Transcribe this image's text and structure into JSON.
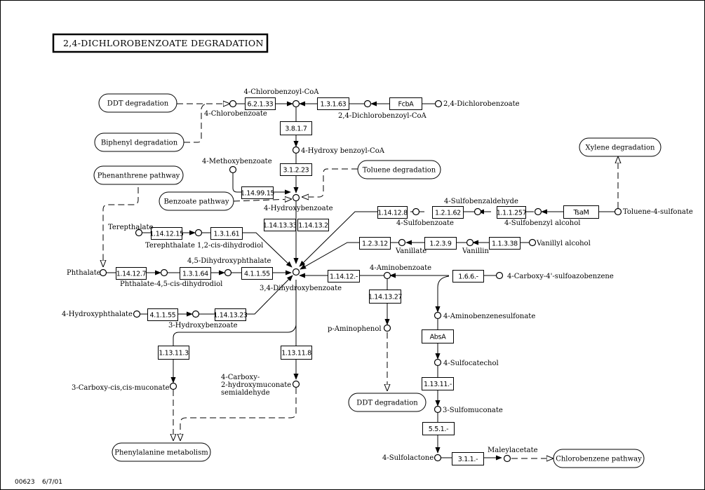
{
  "title": "2,4-DICHLOROBENZOATE DEGRADATION",
  "footer": {
    "map_id": "00623",
    "date": "6/7/01"
  },
  "maps": {
    "ddt_top": "DDT degradation",
    "biphenyl": "Biphenyl degradation",
    "phenanthrene": "Phenanthrene pathway",
    "benzoate": "Benzoate pathway",
    "toluene": "Toluene degradation",
    "xylene": "Xylene degradation",
    "ddt_bottom": "DDT degradation",
    "phenylalanine": "Phenylalanine metabolism",
    "chlorobenzene": "Chlorobenzene pathway"
  },
  "enzymes": {
    "e6_2_1_33": "6.2.1.33",
    "e1_3_1_63": "1.3.1.63",
    "fcbA": "FcbA",
    "e3_8_1_7": "3.8.1.7",
    "e3_1_2_23": "3.1.2.23",
    "e1_14_99_15": "1.14.99.15",
    "e1_14_13_33": "1.14.13.33",
    "e1_14_13_2": "1.14.13.2",
    "e1_14_12_8": "1.14.12.8",
    "e1_2_1_62": "1.2.1.62",
    "e1_1_1_257": "1.1.1.257",
    "tsaM": "TsaM",
    "e1_2_3_12": "1.2.3.12",
    "e1_2_3_9": "1.2.3.9",
    "e1_1_3_38": "1.1.3.38",
    "e1_14_12_15": "1.14.12.15",
    "e1_3_1_61": "1.3.1.61",
    "e1_14_12_7": "1.14.12.7",
    "e1_3_1_64": "1.3.1.64",
    "e4_1_1_55a": "4.1.1.55",
    "e4_1_1_55b": "4.1.1.55",
    "e1_14_13_23": "1.14.13.23",
    "e1_14_12_x": "1.14.12.-",
    "e1_6_6_x": "1.6.6.-",
    "e1_14_13_27": "1.14.13.27",
    "absA": "AbsA",
    "e1_13_11_3": "1.13.11.3",
    "e1_13_11_8": "1.13.11.8",
    "e1_13_11_x": "1.13.11.-",
    "e5_5_1_x": "5.5.1.-",
    "e3_1_1_x": "3.1.1.-"
  },
  "compounds": {
    "chlorobenzoylCoA": "4-Chlorobenzoyl-CoA",
    "chlorobenzoate": "4-Chlorobenzoate",
    "dichlorobenzoylCoA": "2,4-Dichlorobenzoyl-CoA",
    "dichlorobenzoate": "2,4-Dichlorobenzoate",
    "hydroxybenzoylCoA": "4-Hydroxy benzoyl-CoA",
    "methoxybenzoate": "4-Methoxybenzoate",
    "hydroxybenzoate": "4-Hydroxybenzoate",
    "sulfobenzaldehyde": "4-Sulfobenzaldehyde",
    "sulfobenzoate": "4-Sulfobenzoate",
    "sulfobenzylalcohol": "4-Sulfobenzyl alcohol",
    "toluenesulfonate": "Toluene-4-sulfonate",
    "vanillate": "Vanillate",
    "vanillin": "Vanillin",
    "vanillylalcohol": "Vanillyl alcohol",
    "terepthalate": "Terepthalate",
    "terephthalatediol": "Terephthalate 1,2-cis-dihydrodiol",
    "phthalate": "Phthalate",
    "phthalatediol": "Phthalate-4,5-cis-dihydrodiol",
    "dihydroxyphthalate": "4,5-Dihydroxyphthalate",
    "dihydroxybenzoate": "3,4-Dihydroxybenzoate",
    "hydroxyphthalate": "4-Hydroxyphthalate",
    "hydroxybenzoate3": "3-Hydroxybenzoate",
    "aminobenzoate": "4-Aminobenzoate",
    "carboxysulfoazobenzene": "4-Carboxy-4'-sulfoazobenzene",
    "aminophenol": "p-Aminophenol",
    "aminobenzenesulfonate": "4-Aminobenzenesulfonate",
    "sulfocatechol": "4-Sulfocatechol",
    "carboxymuconate": "3-Carboxy-cis,cis-muconate",
    "chms_1": "4-Carboxy-",
    "chms_2": "2-hydroxymuconate",
    "chms_3": "semialdehyde",
    "sulfomuconate": "3-Sulfomuconate",
    "sulfolactone": "4-Sulfolactone",
    "maleylacetate": "Maleylacetate"
  }
}
